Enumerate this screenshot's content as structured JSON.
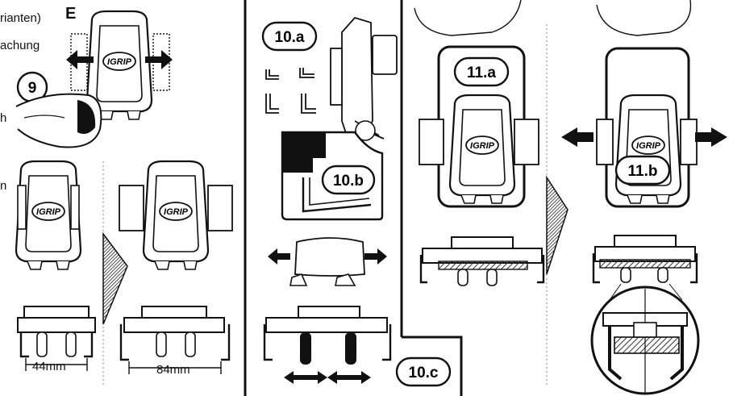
{
  "captions": {
    "line1": "rianten)",
    "line2": "achung",
    "line3": "n",
    "line4": "h",
    "section_letter": "E"
  },
  "steps": {
    "s9": "9",
    "s10a": "10.a",
    "s10b": "10.b",
    "s10c": "10.c",
    "s11a": "11.a",
    "s11b": "11.b"
  },
  "brand": {
    "logo_text": "IGRIP"
  },
  "dimensions": {
    "narrow": "44mm",
    "wide": "84mm"
  },
  "colors": {
    "ink": "#111111",
    "paper": "#ffffff",
    "hatch": "#555555"
  }
}
